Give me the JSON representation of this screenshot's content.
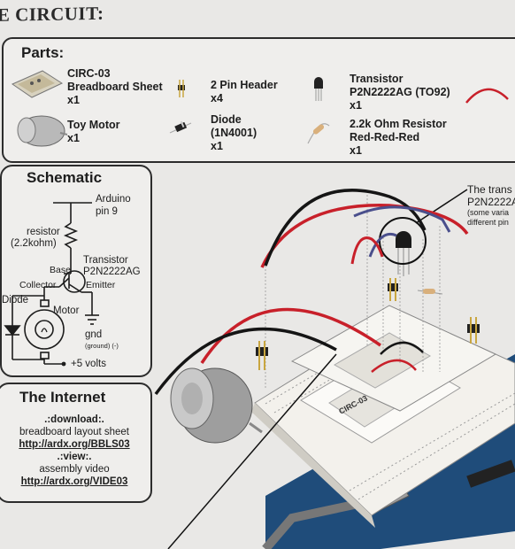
{
  "header": {
    "title": "HE CIRCUIT:"
  },
  "parts": {
    "label": "Parts:",
    "items": [
      {
        "name": "CIRC-03",
        "name2": "Breadboard Sheet",
        "qty": "x1"
      },
      {
        "name": "2 Pin Header",
        "qty": "x4"
      },
      {
        "name": "Transistor",
        "name2": "P2N2222AG  (TO92)",
        "qty": "x1"
      },
      {
        "name": "Toy Motor",
        "qty": "x1"
      },
      {
        "name": "Diode",
        "name2": "(1N4001)",
        "qty": "x1"
      },
      {
        "name": "2.2k  Ohm Resistor",
        "name2": "Red-Red-Red",
        "qty": "x1"
      }
    ]
  },
  "schematic": {
    "title": "Schematic",
    "arduino": "Arduino",
    "pin": "pin 9",
    "resistor": "resistor",
    "resistor_value": "(2.2kohm)",
    "transistor": "Transistor",
    "transistor_model": "P2N2222AG",
    "base": "Base",
    "collector": "Collector",
    "emitter": "Emitter",
    "diode": "Diode",
    "motor": "Motor",
    "gnd": "gnd",
    "gnd_note": "(ground) (-)",
    "volts": "+5 volts"
  },
  "internet": {
    "title": "The Internet",
    "download_label": ".:download:.",
    "download_desc": "breadboard layout sheet",
    "download_link": "http://ardx.org/BBLS03",
    "view_label": ".:view:.",
    "view_desc": "assembly video",
    "view_link": "http://ardx.org/VIDE03"
  },
  "callout": {
    "line1": "The trans",
    "line2": "P2N2222A",
    "line3": "(some varia",
    "line4": "different pin"
  },
  "illustration": {
    "sheet_label": "CIRC-03",
    "colors": {
      "red_wire": "#c8202a",
      "black_wire": "#151515",
      "blue_wire": "#4a4f8c",
      "arduino": "#1f4c7a",
      "breadboard": "#f3f1ec"
    }
  }
}
